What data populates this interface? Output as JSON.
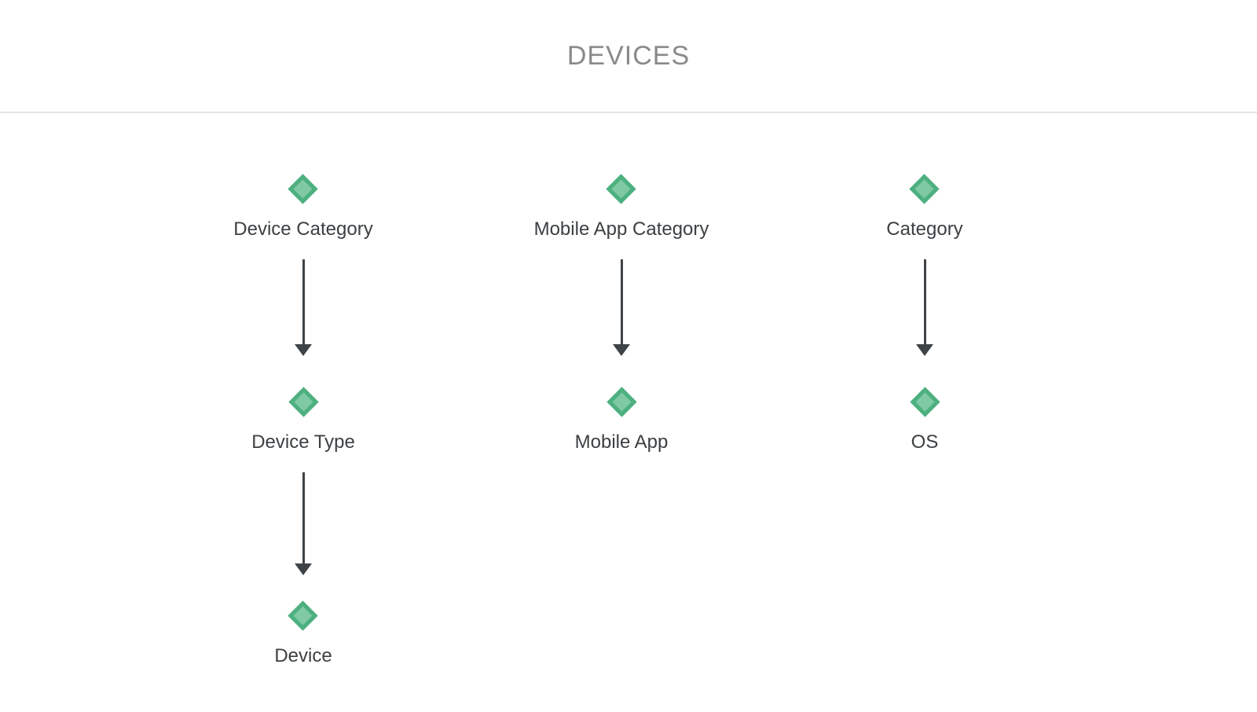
{
  "header": {
    "title": "DEVICES"
  },
  "diagram": {
    "columns": [
      {
        "name": "device-hierarchy",
        "nodes": [
          {
            "label": "Device Category",
            "icon": "diamond-icon"
          },
          {
            "label": "Device Type",
            "icon": "diamond-icon"
          },
          {
            "label": "Device",
            "icon": "diamond-icon"
          }
        ]
      },
      {
        "name": "mobile-app-hierarchy",
        "nodes": [
          {
            "label": "Mobile App Category",
            "icon": "diamond-icon"
          },
          {
            "label": "Mobile App",
            "icon": "diamond-icon"
          }
        ]
      },
      {
        "name": "os-hierarchy",
        "nodes": [
          {
            "label": "Category",
            "icon": "diamond-icon"
          },
          {
            "label": "OS",
            "icon": "diamond-icon"
          }
        ]
      }
    ]
  },
  "colors": {
    "diamond_fill": "#7FC9A4",
    "diamond_border": "#4DB07F",
    "arrow": "#3E4347",
    "title_text": "#8A8A8A",
    "label_text": "#3C4043",
    "divider": "#E4E4E4"
  }
}
